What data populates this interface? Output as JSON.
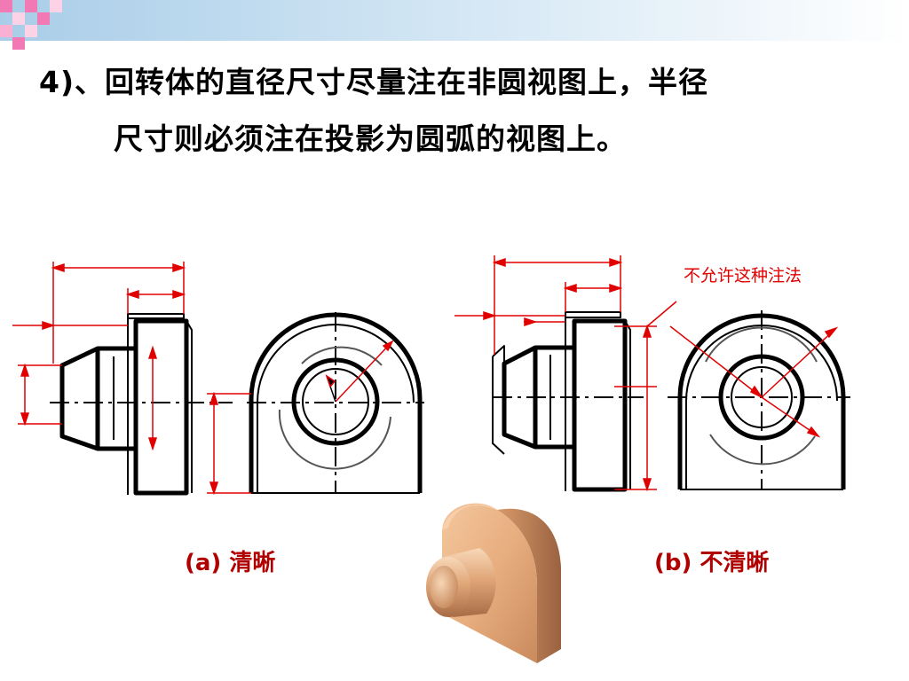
{
  "heading": {
    "line1": "4)、回转体的直径尺寸尽量注在非圆视图上，半径",
    "line2": "尺寸则必须注在投影为圆弧的视图上。"
  },
  "figure_a": {
    "caption": "(a) 清晰"
  },
  "figure_b": {
    "caption": "(b) 不清晰",
    "annotation": "不允许这种注法"
  },
  "colors": {
    "outline": "#000000",
    "dimension": "#e00000",
    "caption": "#b00000",
    "model_body": "#e7ad7e",
    "model_shade": "#b77a52",
    "header_band": "#a9cde8"
  }
}
